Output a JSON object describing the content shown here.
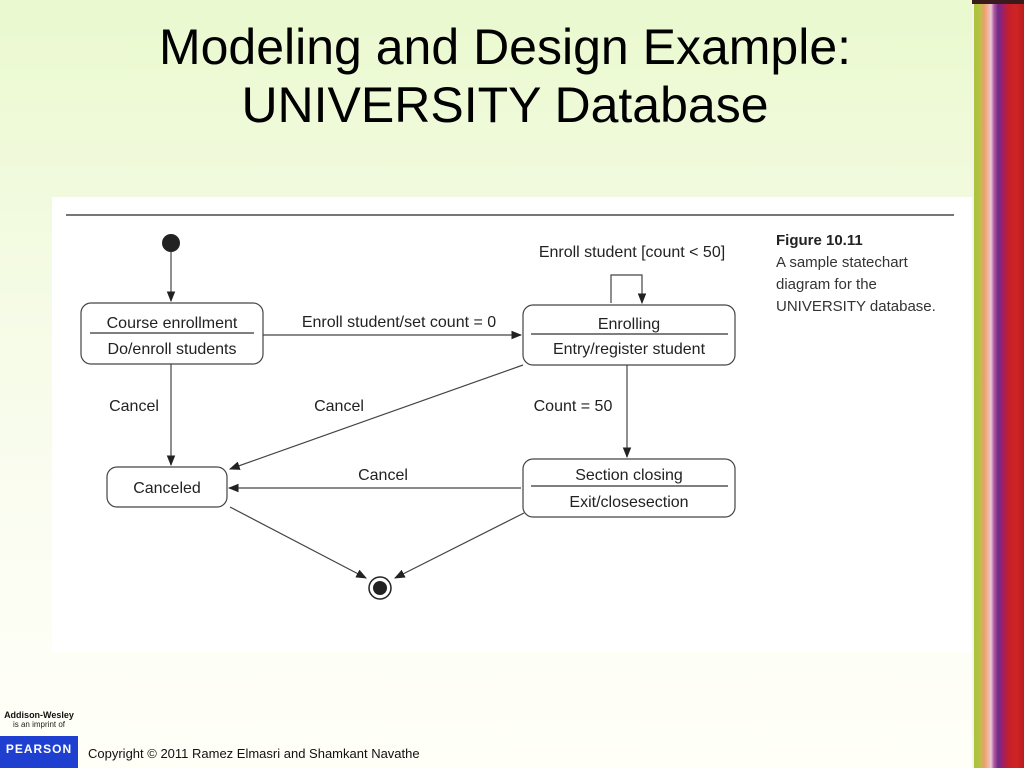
{
  "slide": {
    "title_line1": "Modeling and Design Example:",
    "title_line2": "UNIVERSITY Database"
  },
  "figure": {
    "caption_number": "Figure 10.11",
    "caption_text": "A sample statechart diagram for the UNIVERSITY database.",
    "states": {
      "course_enrollment": {
        "name": "Course enrollment",
        "activity": "Do/enroll students"
      },
      "enrolling": {
        "name": "Enrolling",
        "activity": "Entry/register student"
      },
      "canceled": {
        "name": "Canceled"
      },
      "section_closing": {
        "name": "Section closing",
        "activity": "Exit/closesection"
      }
    },
    "transitions": {
      "enroll_set_count": "Enroll student/set count = 0",
      "enroll_self_loop": "Enroll student [count < 50]",
      "cancel_from_course": "Cancel",
      "cancel_from_enrolling": "Cancel",
      "count_reached": "Count = 50",
      "cancel_from_closing": "Cancel"
    }
  },
  "footer": {
    "publisher": "Addison-Wesley",
    "imprint": "is an imprint of",
    "parent": "PEARSON",
    "copyright": "Copyright © 2011 Ramez Elmasri and Shamkant Navathe"
  }
}
